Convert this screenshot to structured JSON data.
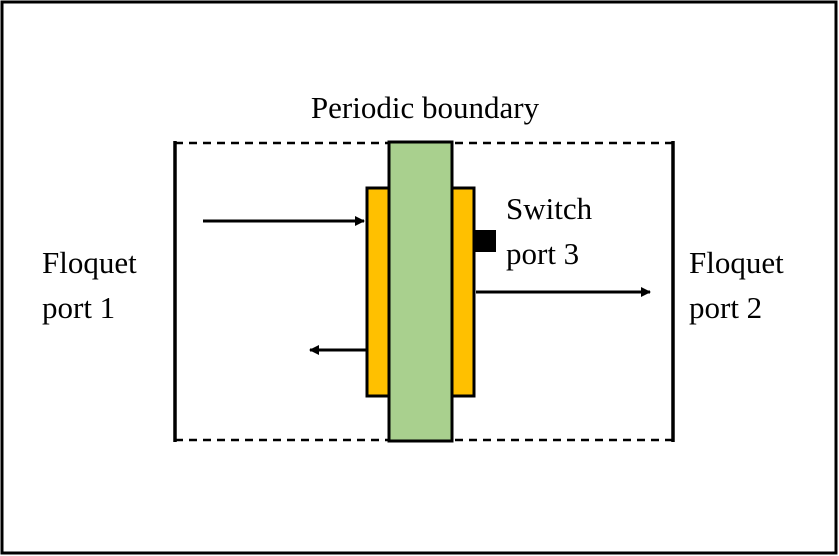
{
  "labels": {
    "periodic_boundary": "Periodic boundary",
    "port1_line1": "Floquet",
    "port1_line2": "port 1",
    "port2_line1": "Floquet",
    "port2_line2": "port 2",
    "switch_line1": "Switch",
    "switch_line2": "port 3"
  },
  "colors": {
    "frame": "#000000",
    "core_fill": "#a9d08e",
    "layer_fill": "#ffc000",
    "switch_fill": "#000000",
    "arrow": "#000000"
  },
  "icons": {
    "incident_arrow": "arrow-right-icon",
    "reflected_arrow": "arrow-left-icon",
    "transmitted_arrow": "arrow-right-icon"
  }
}
